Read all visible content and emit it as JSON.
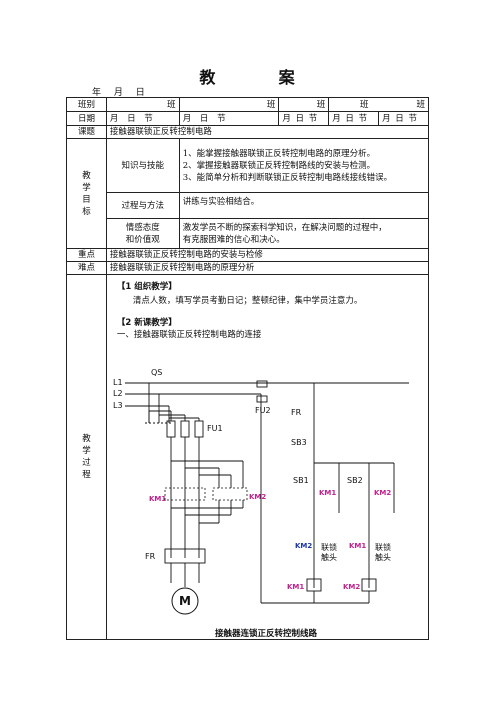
{
  "title_chars": [
    "教",
    "案"
  ],
  "date_line": "年 月 日",
  "row_class": {
    "label": "班别",
    "cells": [
      "班",
      "班",
      "班",
      "班",
      "班"
    ]
  },
  "row_date": {
    "label": "日期",
    "cells": [
      "月 日 节",
      "月 日 节",
      "月 日 节",
      "月 日 节",
      "月 日 节"
    ]
  },
  "row_topic": {
    "label": "课题",
    "value": "接触器联锁正反转控制电路"
  },
  "objectives": {
    "label_chars": [
      "教",
      "学",
      "目",
      "标"
    ],
    "knowledge": {
      "label": "知识与技能",
      "items": [
        "1、能掌握接触器联锁正反转控制电路的原理分析。",
        "2、掌握接触器联锁正反转控制路线的安装与检测。",
        "3、能简单分析和判断联锁正反转控制电路线接线错误。"
      ]
    },
    "process": {
      "label": "过程与方法",
      "value": "讲练与实验相结合。"
    },
    "attitude": {
      "label_lines": [
        "情感态度",
        "和价值观"
      ],
      "lines": [
        "激发学员不断的探索科学知识，在解决问题的过程中，",
        "有克服困难的信心和决心。"
      ]
    }
  },
  "key_point": {
    "label": "重点",
    "value": "接触器联锁正反转控制电路的安装与检修"
  },
  "difficulty": {
    "label": "难点",
    "value": "接触器联锁正反转控制电路的原理分析"
  },
  "process": {
    "label_chars": [
      "教",
      "学",
      "过",
      "程"
    ],
    "sec1_title": "【1 组织教学】",
    "sec1_text": "清点人数，填写学员考勤日记；整顿纪律，集中学员注意力。",
    "sec2_title": "【2 新课教学】",
    "sec2_sub": "一、接触器联锁正反转控制电路的连接",
    "diagram_caption": "接触器连锁正反转控制线路",
    "diagram_labels": {
      "l1": "L1",
      "l2": "L2",
      "l3": "L3",
      "qs": "QS",
      "fu1": "FU1",
      "fu2": "FU2",
      "fr_top": "FR",
      "sb3": "SB3",
      "sb1": "SB1",
      "sb2": "SB2",
      "km1": "KM1",
      "km2": "KM2",
      "fr": "FR",
      "motor": "M",
      "interlock": "联锁",
      "contact": "触头"
    },
    "colors": {
      "km_label": "#c02090",
      "wire": "#111111"
    }
  }
}
